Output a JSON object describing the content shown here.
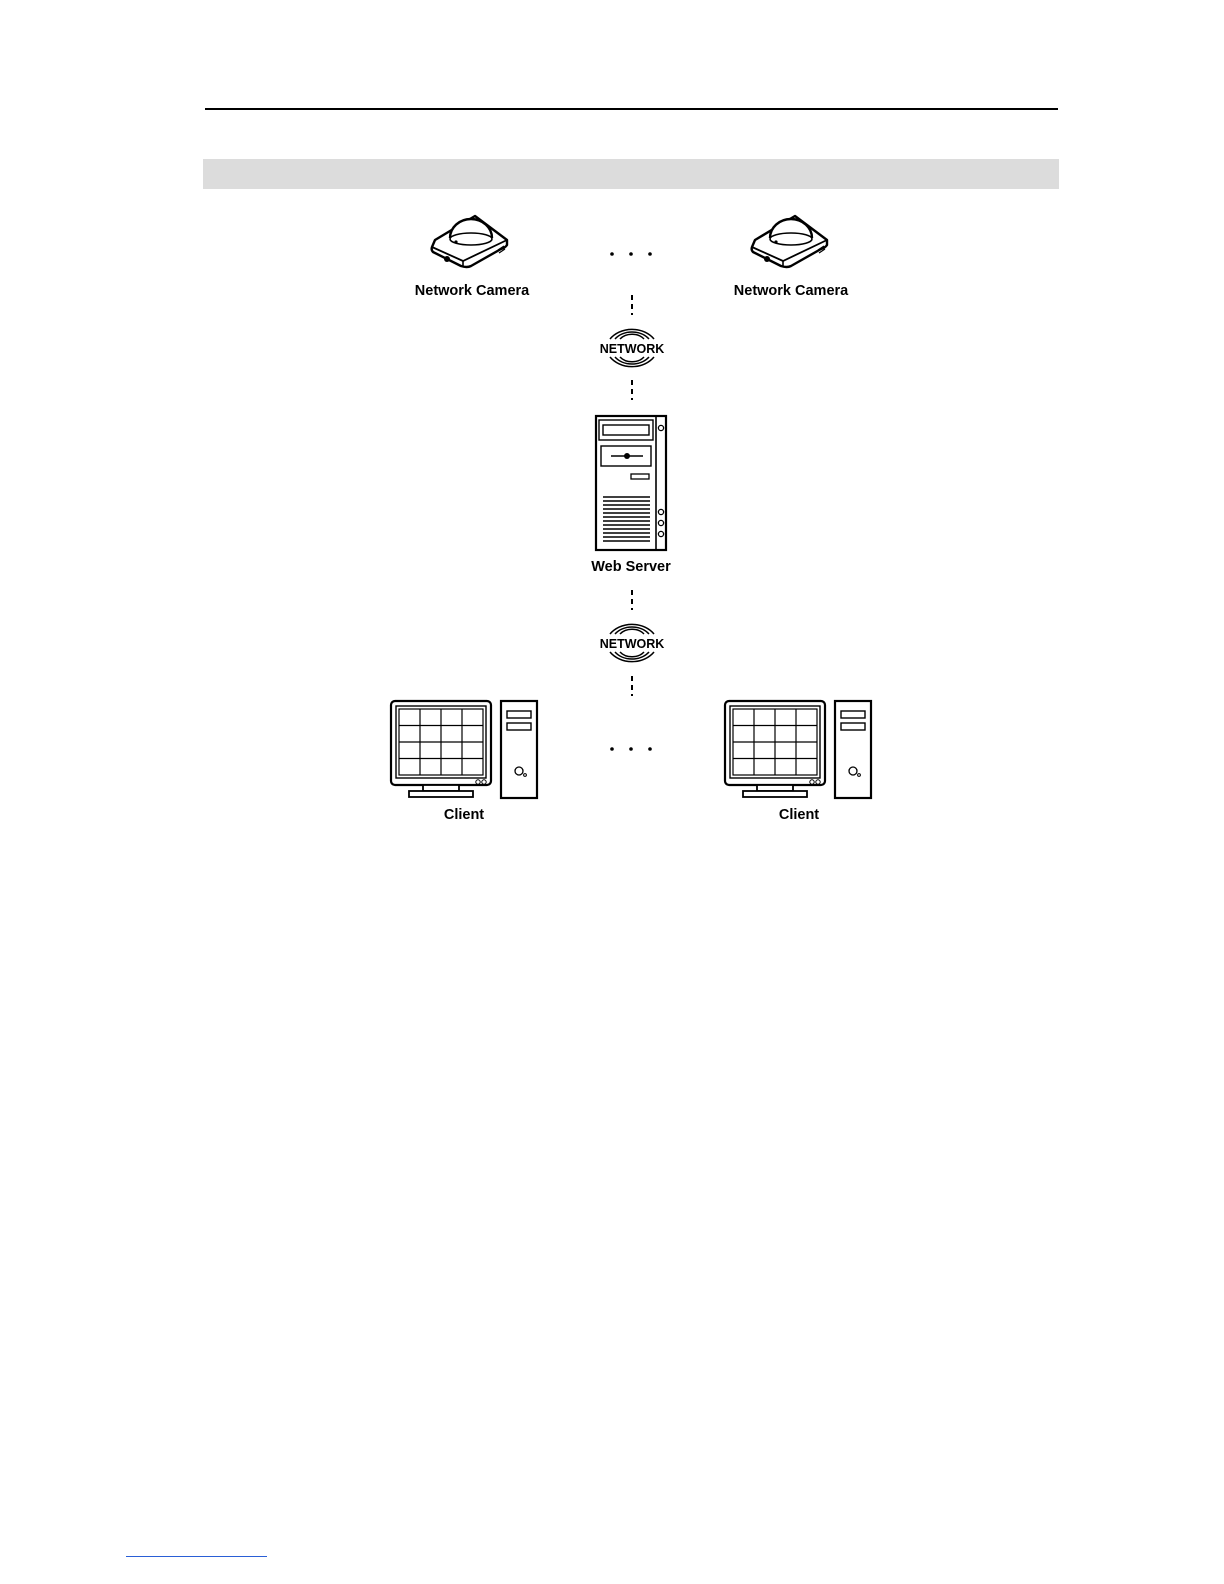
{
  "diagram": {
    "cameras": [
      {
        "label": "Network Camera"
      },
      {
        "label": "Network Camera"
      }
    ],
    "networks": [
      {
        "label": "NETWORK"
      },
      {
        "label": "NETWORK"
      }
    ],
    "server": {
      "label": "Web Server"
    },
    "clients": [
      {
        "label": "Client"
      },
      {
        "label": "Client"
      }
    ]
  },
  "colors": {
    "line": "#000000",
    "section_bar": "#dcdcdc",
    "footer_rule": "#2a5fd6"
  }
}
